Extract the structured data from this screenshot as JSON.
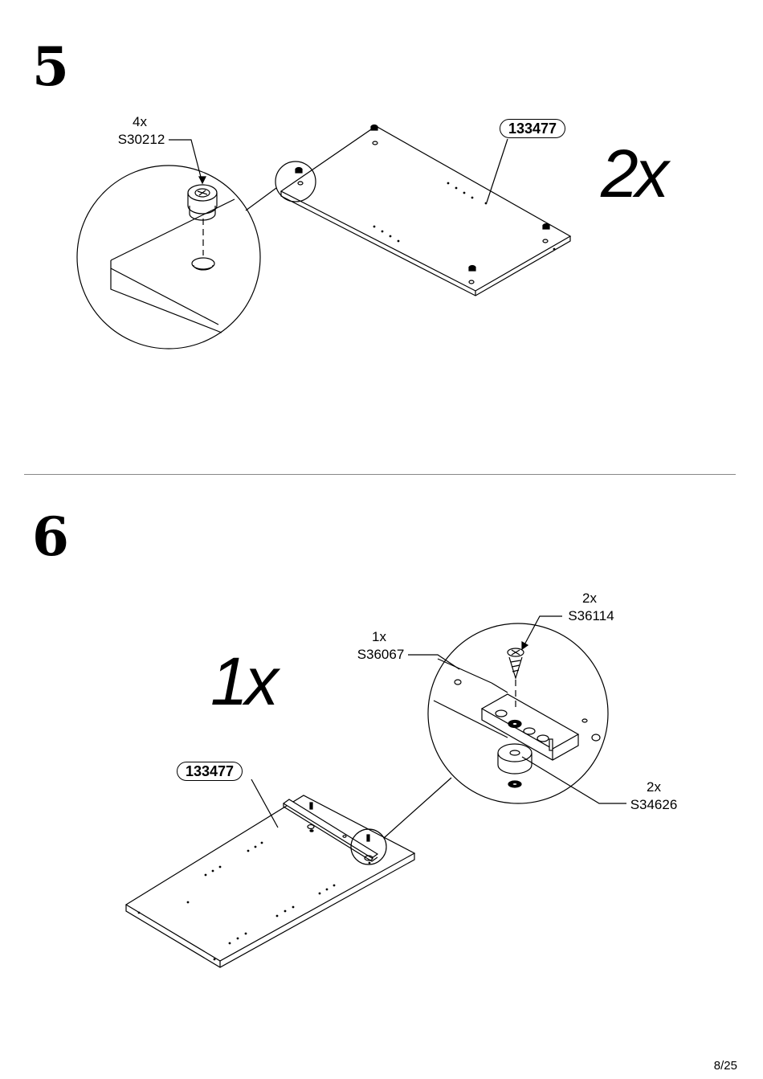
{
  "step5": {
    "number": "5",
    "quantity": "2x",
    "part": "133477",
    "fitting": {
      "qty": "4x",
      "code": "S30212"
    }
  },
  "step6": {
    "number": "6",
    "quantity": "1x",
    "part": "133477",
    "rail": {
      "qty": "1x",
      "code": "S36067"
    },
    "screw": {
      "qty": "2x",
      "code": "S36114"
    },
    "washer": {
      "qty": "2x",
      "code": "S34626"
    }
  },
  "footer": {
    "page": "8/25"
  }
}
